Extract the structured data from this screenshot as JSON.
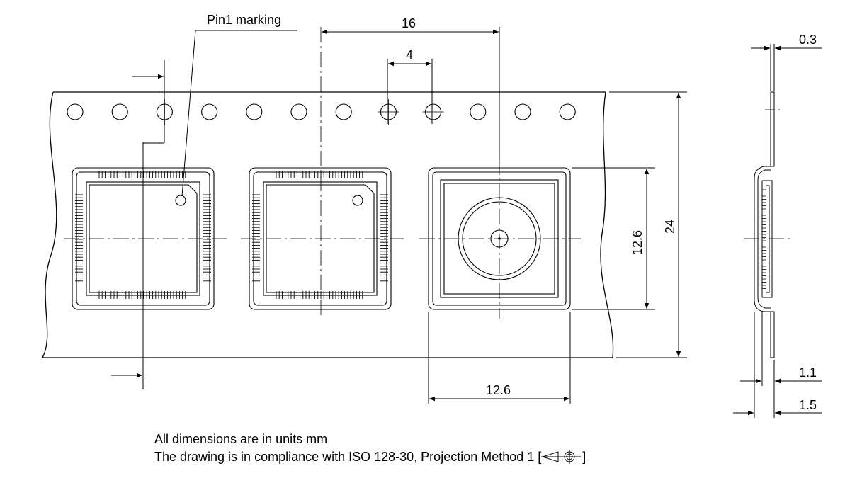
{
  "labels": {
    "pin1_marking": "Pin1 marking",
    "pitch_16": "16",
    "pitch_4": "4",
    "pkg_height_12_6": "12.6",
    "tape_width_24": "24",
    "pkg_width_12_6": "12.6",
    "thickness_0_3": "0.3",
    "depth_1_1": "1.1",
    "depth_1_5": "1.5"
  },
  "notes": {
    "units": "All dimensions are in units mm",
    "compliance_prefix": "The drawing is in compliance with ISO 128-30, Projection Method 1 [",
    "compliance_suffix": "]"
  },
  "sprocket_hole_count": 12
}
